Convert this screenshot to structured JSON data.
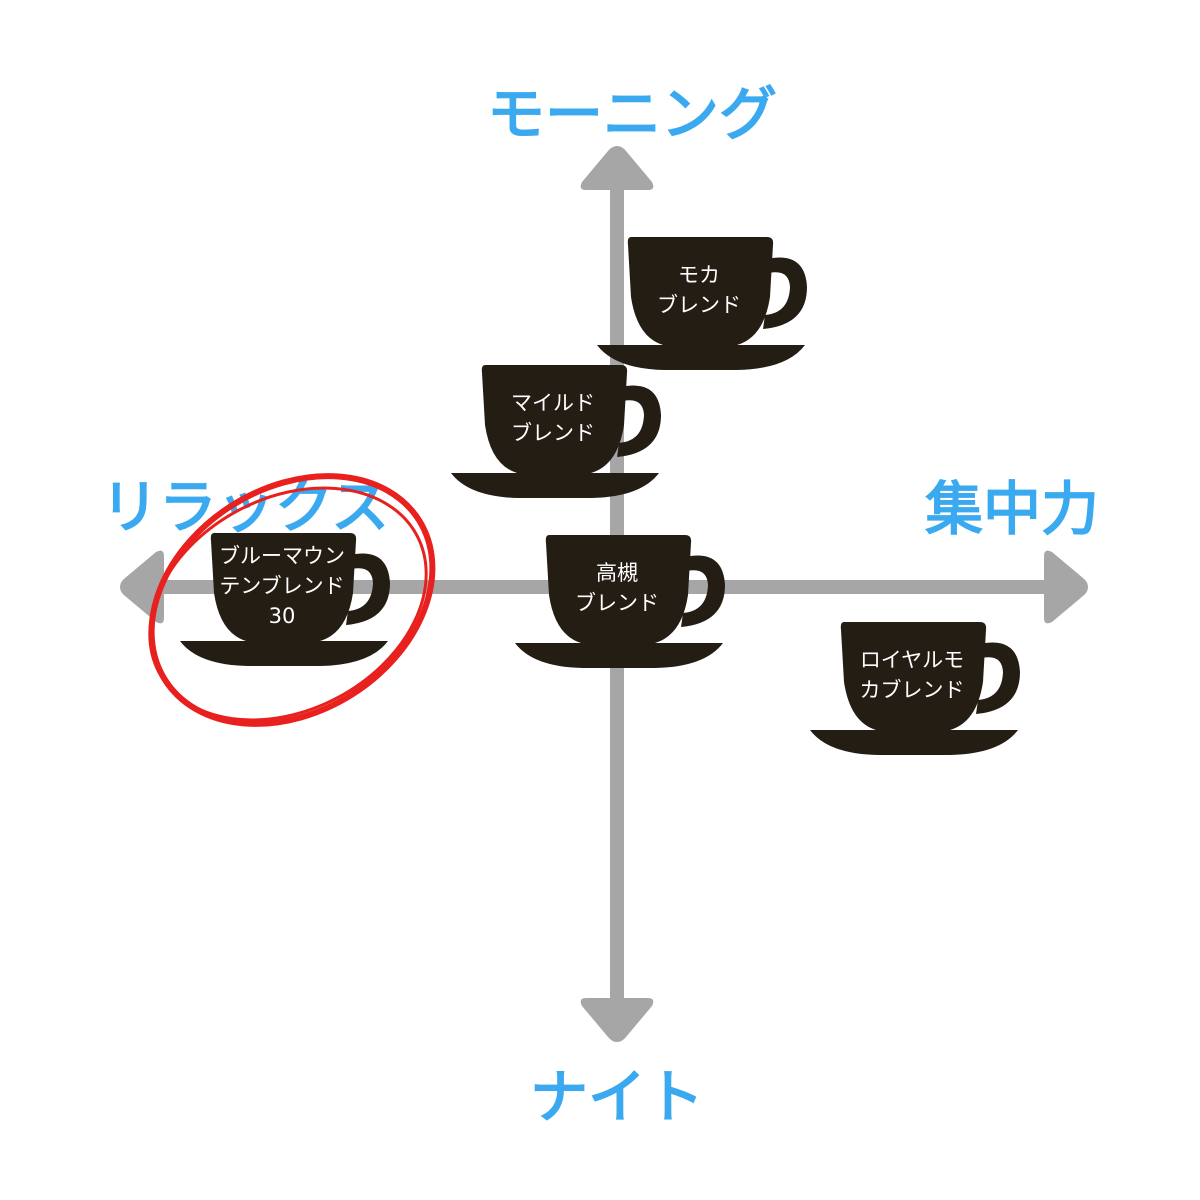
{
  "axes": {
    "top": "モーニング",
    "bottom": "ナイト",
    "left": "リラックス",
    "right": "集中力"
  },
  "colors": {
    "axis": "#a6a6a6",
    "label": "#3aa9ef",
    "cup": "#231d14",
    "highlight": "#e8201e"
  },
  "products": [
    {
      "lines": [
        "モカ",
        "ブレンド"
      ]
    },
    {
      "lines": [
        "マイルド",
        "ブレンド"
      ]
    },
    {
      "lines": [
        "高槻",
        "ブレンド"
      ]
    },
    {
      "lines": [
        "ロイヤルモ",
        "カブレンド"
      ]
    },
    {
      "lines": [
        "ブルーマウン",
        "テンブレンド",
        "30"
      ],
      "highlighted": true
    }
  ]
}
